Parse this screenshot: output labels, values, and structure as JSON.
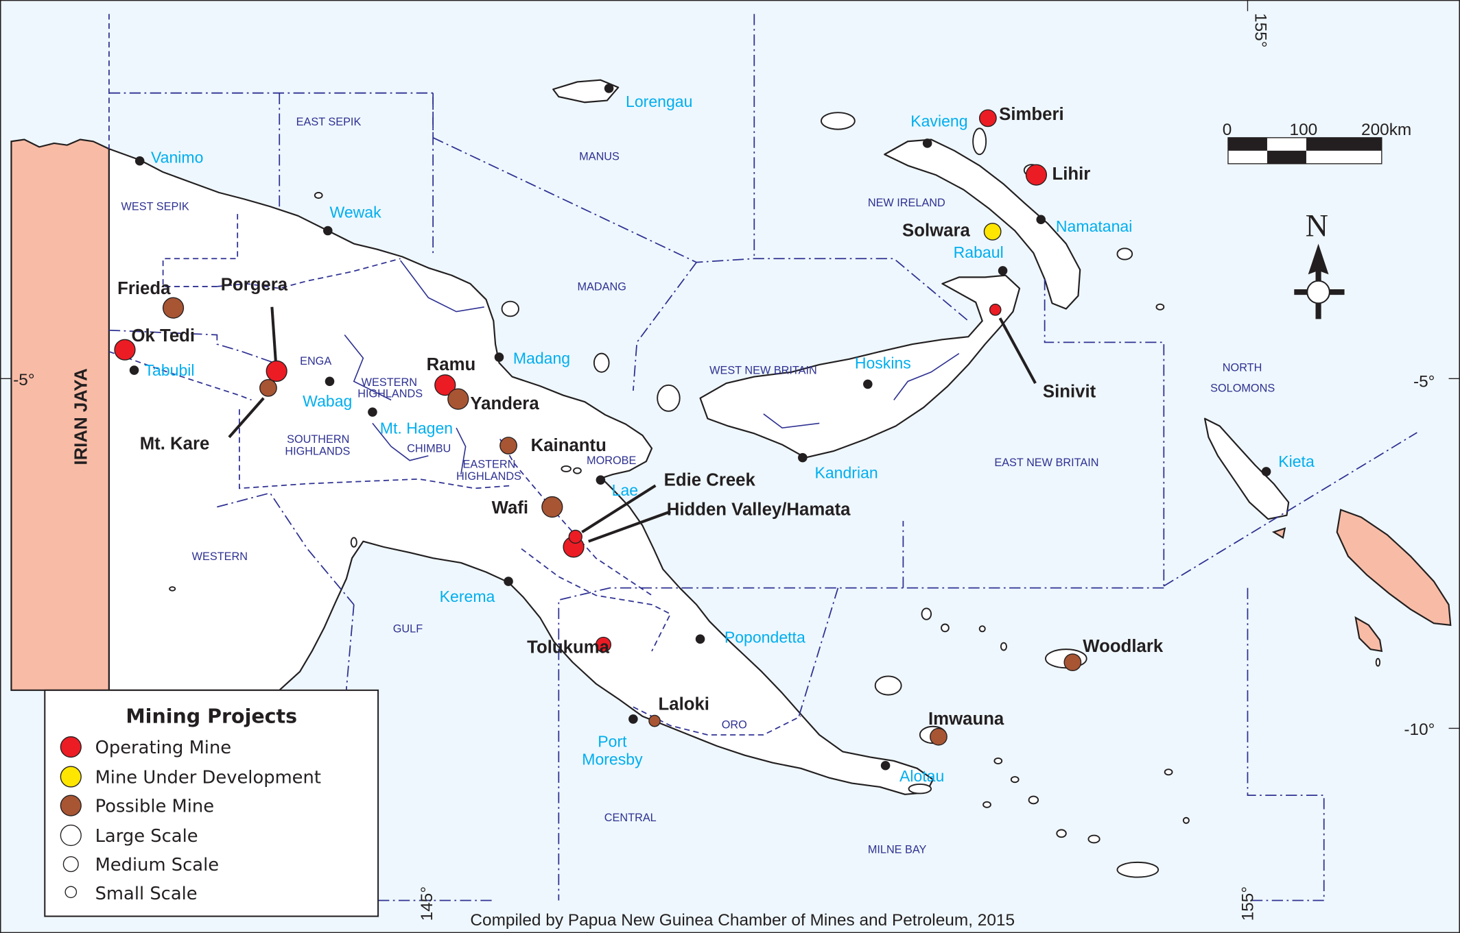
{
  "colors": {
    "sea": "#eef7fd",
    "foreign_land": "#f8bca6",
    "operating": "#ec1c24",
    "development": "#ffe600",
    "possible": "#a85533",
    "town_label": "#00aeef",
    "province_label": "#2e3192"
  },
  "grid": {
    "lon_145": "145°",
    "lon_155_top": "155°",
    "lon_155_bottom": "155°",
    "lat_5_left": "-5°",
    "lat_5_right": "-5°",
    "lat_10_right": "-10°"
  },
  "neighbors": {
    "irian_jaya": "IRIAN JAYA"
  },
  "provinces": {
    "east_sepik": "EAST SEPIK",
    "west_sepik": "WEST SEPIK",
    "manus": "MANUS",
    "madang": "MADANG",
    "new_ireland": "NEW IRELAND",
    "enga": "ENGA",
    "western_highlands_1": "WESTERN",
    "western_highlands_2": "HIGHLANDS",
    "southern_highlands_1": "SOUTHERN",
    "southern_highlands_2": "HIGHLANDS",
    "chimbu": "CHIMBU",
    "eastern_highlands_1": "EASTERN",
    "eastern_highlands_2": "HIGHLANDS",
    "morobe": "MOROBE",
    "west_new_britain": "WEST NEW BRITAIN",
    "east_new_britain": "EAST NEW BRITAIN",
    "north_solomons_1": "NORTH",
    "north_solomons_2": "SOLOMONS",
    "western": "WESTERN",
    "gulf": "GULF",
    "oro": "ORO",
    "central": "CENTRAL",
    "milne_bay": "MILNE BAY"
  },
  "towns": {
    "vanimo": "Vanimo",
    "wewak": "Wewak",
    "tabubil": "Tabubil",
    "wabag": "Wabag",
    "mt_hagen": "Mt. Hagen",
    "madang": "Madang",
    "lorengau": "Lorengau",
    "kavieng": "Kavieng",
    "namatanai": "Namatanai",
    "rabaul": "Rabaul",
    "hoskins": "Hoskins",
    "kandrian": "Kandrian",
    "kieta": "Kieta",
    "lae": "Lae",
    "kerema": "Kerema",
    "popondetta": "Popondetta",
    "port_moresby_1": "Port",
    "port_moresby_2": "Moresby",
    "alotau": "Alotau"
  },
  "mines": [
    {
      "name": "Simberi",
      "status": "operating"
    },
    {
      "name": "Lihir",
      "status": "operating"
    },
    {
      "name": "Solwara",
      "status": "development"
    },
    {
      "name": "Sinivit",
      "status": "operating"
    },
    {
      "name": "Frieda",
      "status": "possible"
    },
    {
      "name": "Ok Tedi",
      "status": "operating"
    },
    {
      "name": "Porgera",
      "status": "operating"
    },
    {
      "name": "Mt. Kare",
      "status": "possible"
    },
    {
      "name": "Ramu",
      "status": "operating"
    },
    {
      "name": "Yandera",
      "status": "possible"
    },
    {
      "name": "Kainantu",
      "status": "possible"
    },
    {
      "name": "Wafi",
      "status": "possible"
    },
    {
      "name": "Edie Creek",
      "status": "operating"
    },
    {
      "name": "Hidden Valley/Hamata",
      "status": "operating"
    },
    {
      "name": "Tolukuma",
      "status": "operating"
    },
    {
      "name": "Laloki",
      "status": "possible"
    },
    {
      "name": "Woodlark",
      "status": "possible"
    },
    {
      "name": "Imwauna",
      "status": "possible"
    }
  ],
  "scale_bar": {
    "tick_0": "0",
    "tick_100": "100",
    "tick_200": "200km"
  },
  "north_arrow": {
    "label": "N"
  },
  "legend": {
    "title": "Mining Projects",
    "items": [
      "Operating Mine",
      "Mine Under Development",
      "Possible Mine",
      "Large Scale",
      "Medium Scale",
      "Small Scale"
    ]
  },
  "footer": "Compiled by Papua New Guinea Chamber of Mines and Petroleum, 2015"
}
